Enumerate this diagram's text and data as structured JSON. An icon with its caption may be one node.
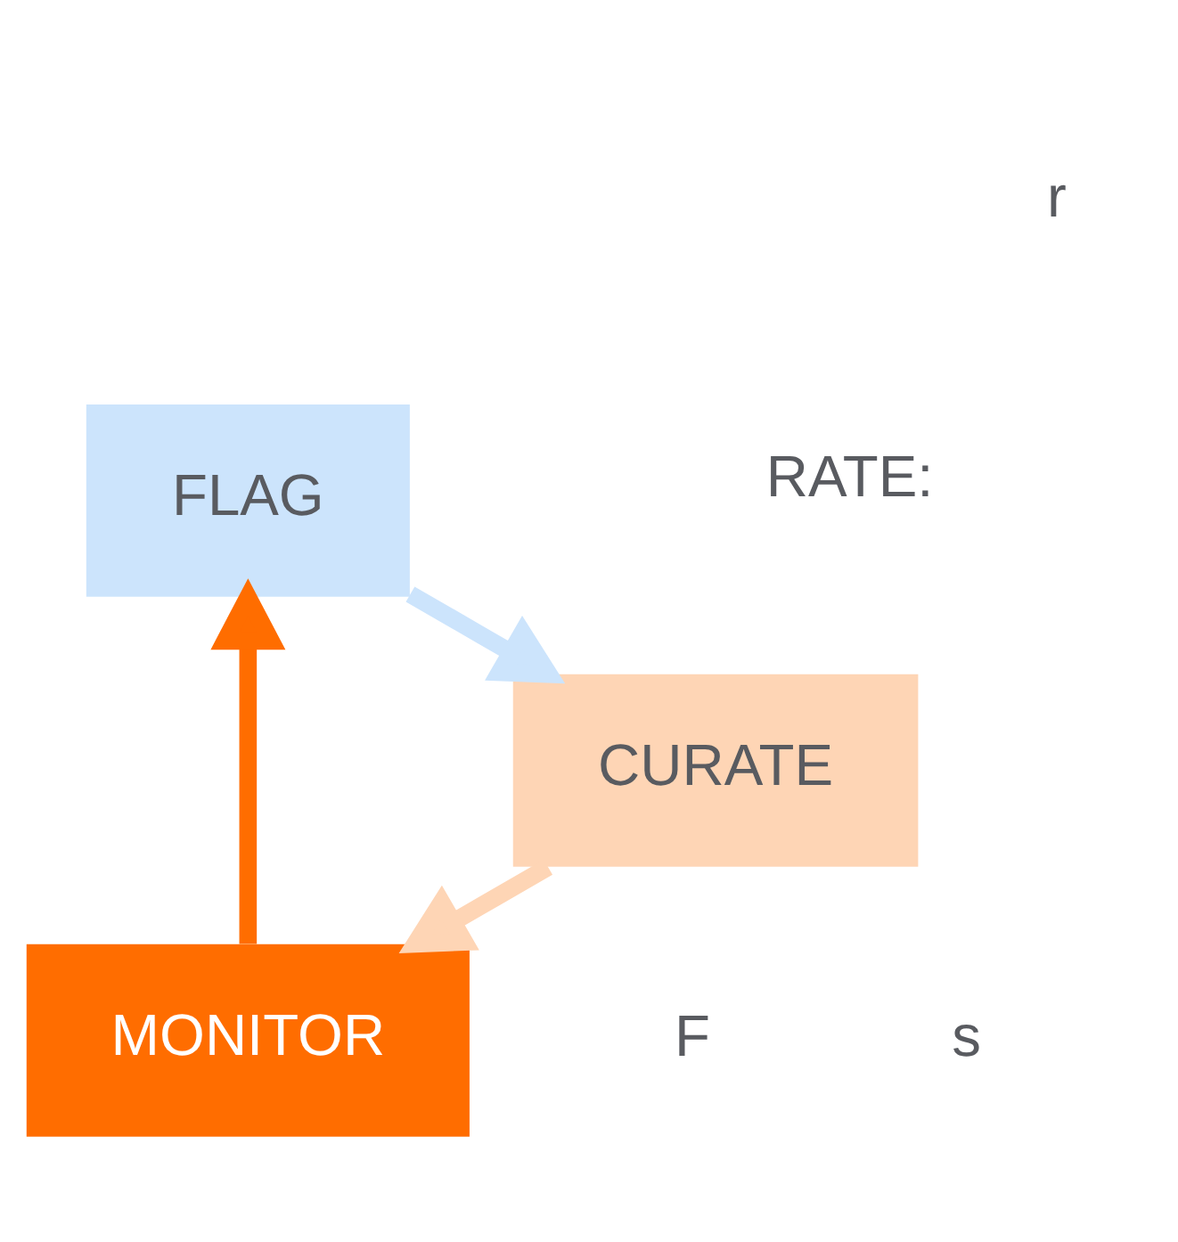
{
  "diagram": {
    "nodes": [
      {
        "text": [
          "MONITOR"
        ]
      },
      {
        "text": [
          "FLAG"
        ]
      },
      {
        "text": [
          "CURATE"
        ]
      }
    ],
    "edges": [
      {
        "from": 0,
        "to": 1,
        "arrow": "to",
        "color": "#ff6d00"
      },
      {
        "from": 1,
        "to": 2,
        "arrow": "to",
        "color": "#cce4fc"
      },
      {
        "from": 2,
        "to": 0,
        "arrow": "to",
        "color": "#fed5b5"
      }
    ],
    "labels": [
      "F",
      "s",
      "r",
      "RATE:"
    ]
  }
}
